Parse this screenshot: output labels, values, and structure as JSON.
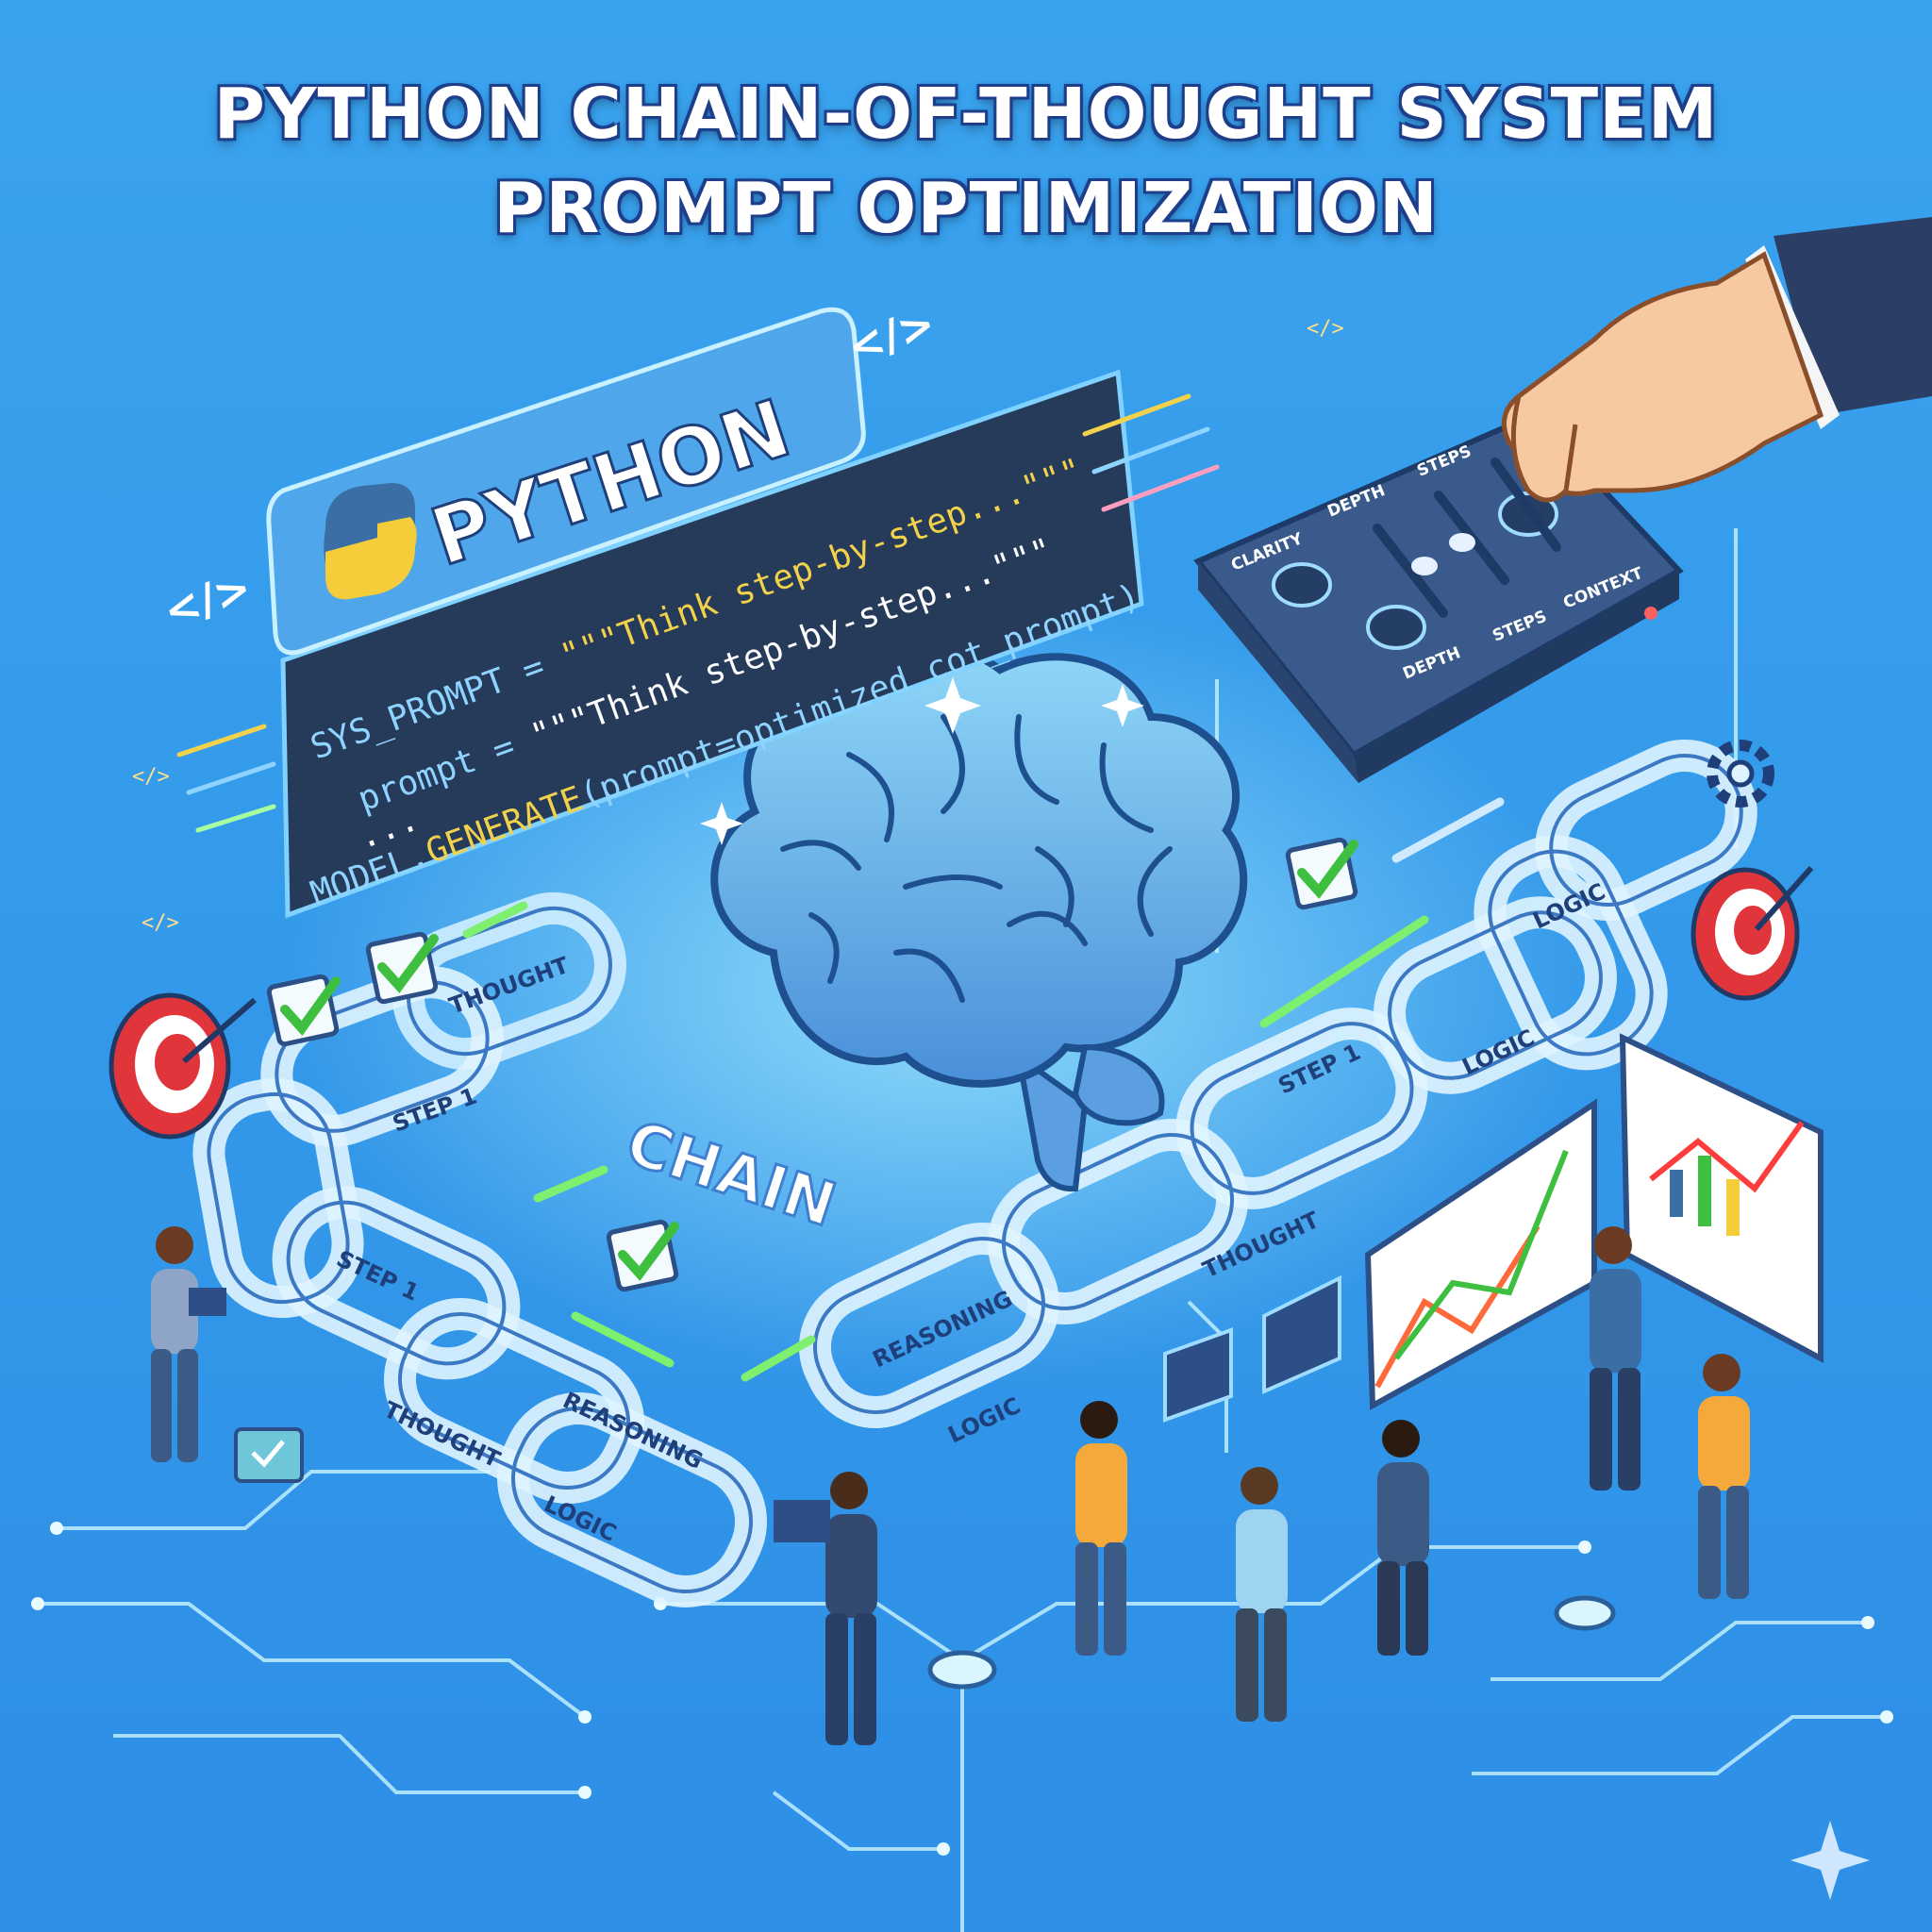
{
  "title": {
    "line1": "PYTHON CHAIN-OF-THOUGHT SYSTEM",
    "line2": "PROMPT OPTIMIZATION"
  },
  "python_badge": {
    "label": "PYTHON",
    "tag_left": "</>",
    "tag_right": "</>"
  },
  "code": {
    "line1_var": "SYS_PROMPT = ",
    "line1_str": "\"\"\"Think step-by-step...\"\"\"",
    "line2_var": "prompt = ",
    "line2_str": "\"\"\"Think step-by-step...\"\"\"",
    "line3": "...",
    "line4_obj": "MODEL.",
    "line4_fn": "GENERATE",
    "line4_args": "(prompt=optimized_cot_prompt)",
    "tag": "</>"
  },
  "control_panel": {
    "labels": [
      "CLARITY",
      "DEPTH",
      "STEPS",
      "DEPTH",
      "STEPS",
      "CONTEXT"
    ]
  },
  "chain_word": "CHAIN",
  "chain_labels": {
    "left": [
      "THOUGHT",
      "STEP 1",
      "STEP 1",
      "THOUGHT",
      "REASONING",
      "LOGIC"
    ],
    "right": [
      "REASONING",
      "LOGIC",
      "THOUGHT",
      "STEP 1",
      "LOGIC",
      "LOGIC"
    ]
  },
  "colors": {
    "bg_top": "#3aa3ee",
    "bg_bottom": "#2d8fe6",
    "title_outline": "#1e3f8a",
    "check_green": "#3fbf3f",
    "target_red": "#e0363b",
    "code_bg": "#263a5a",
    "code_yellow": "#f2d24b",
    "code_blue": "#8fd3ff"
  }
}
